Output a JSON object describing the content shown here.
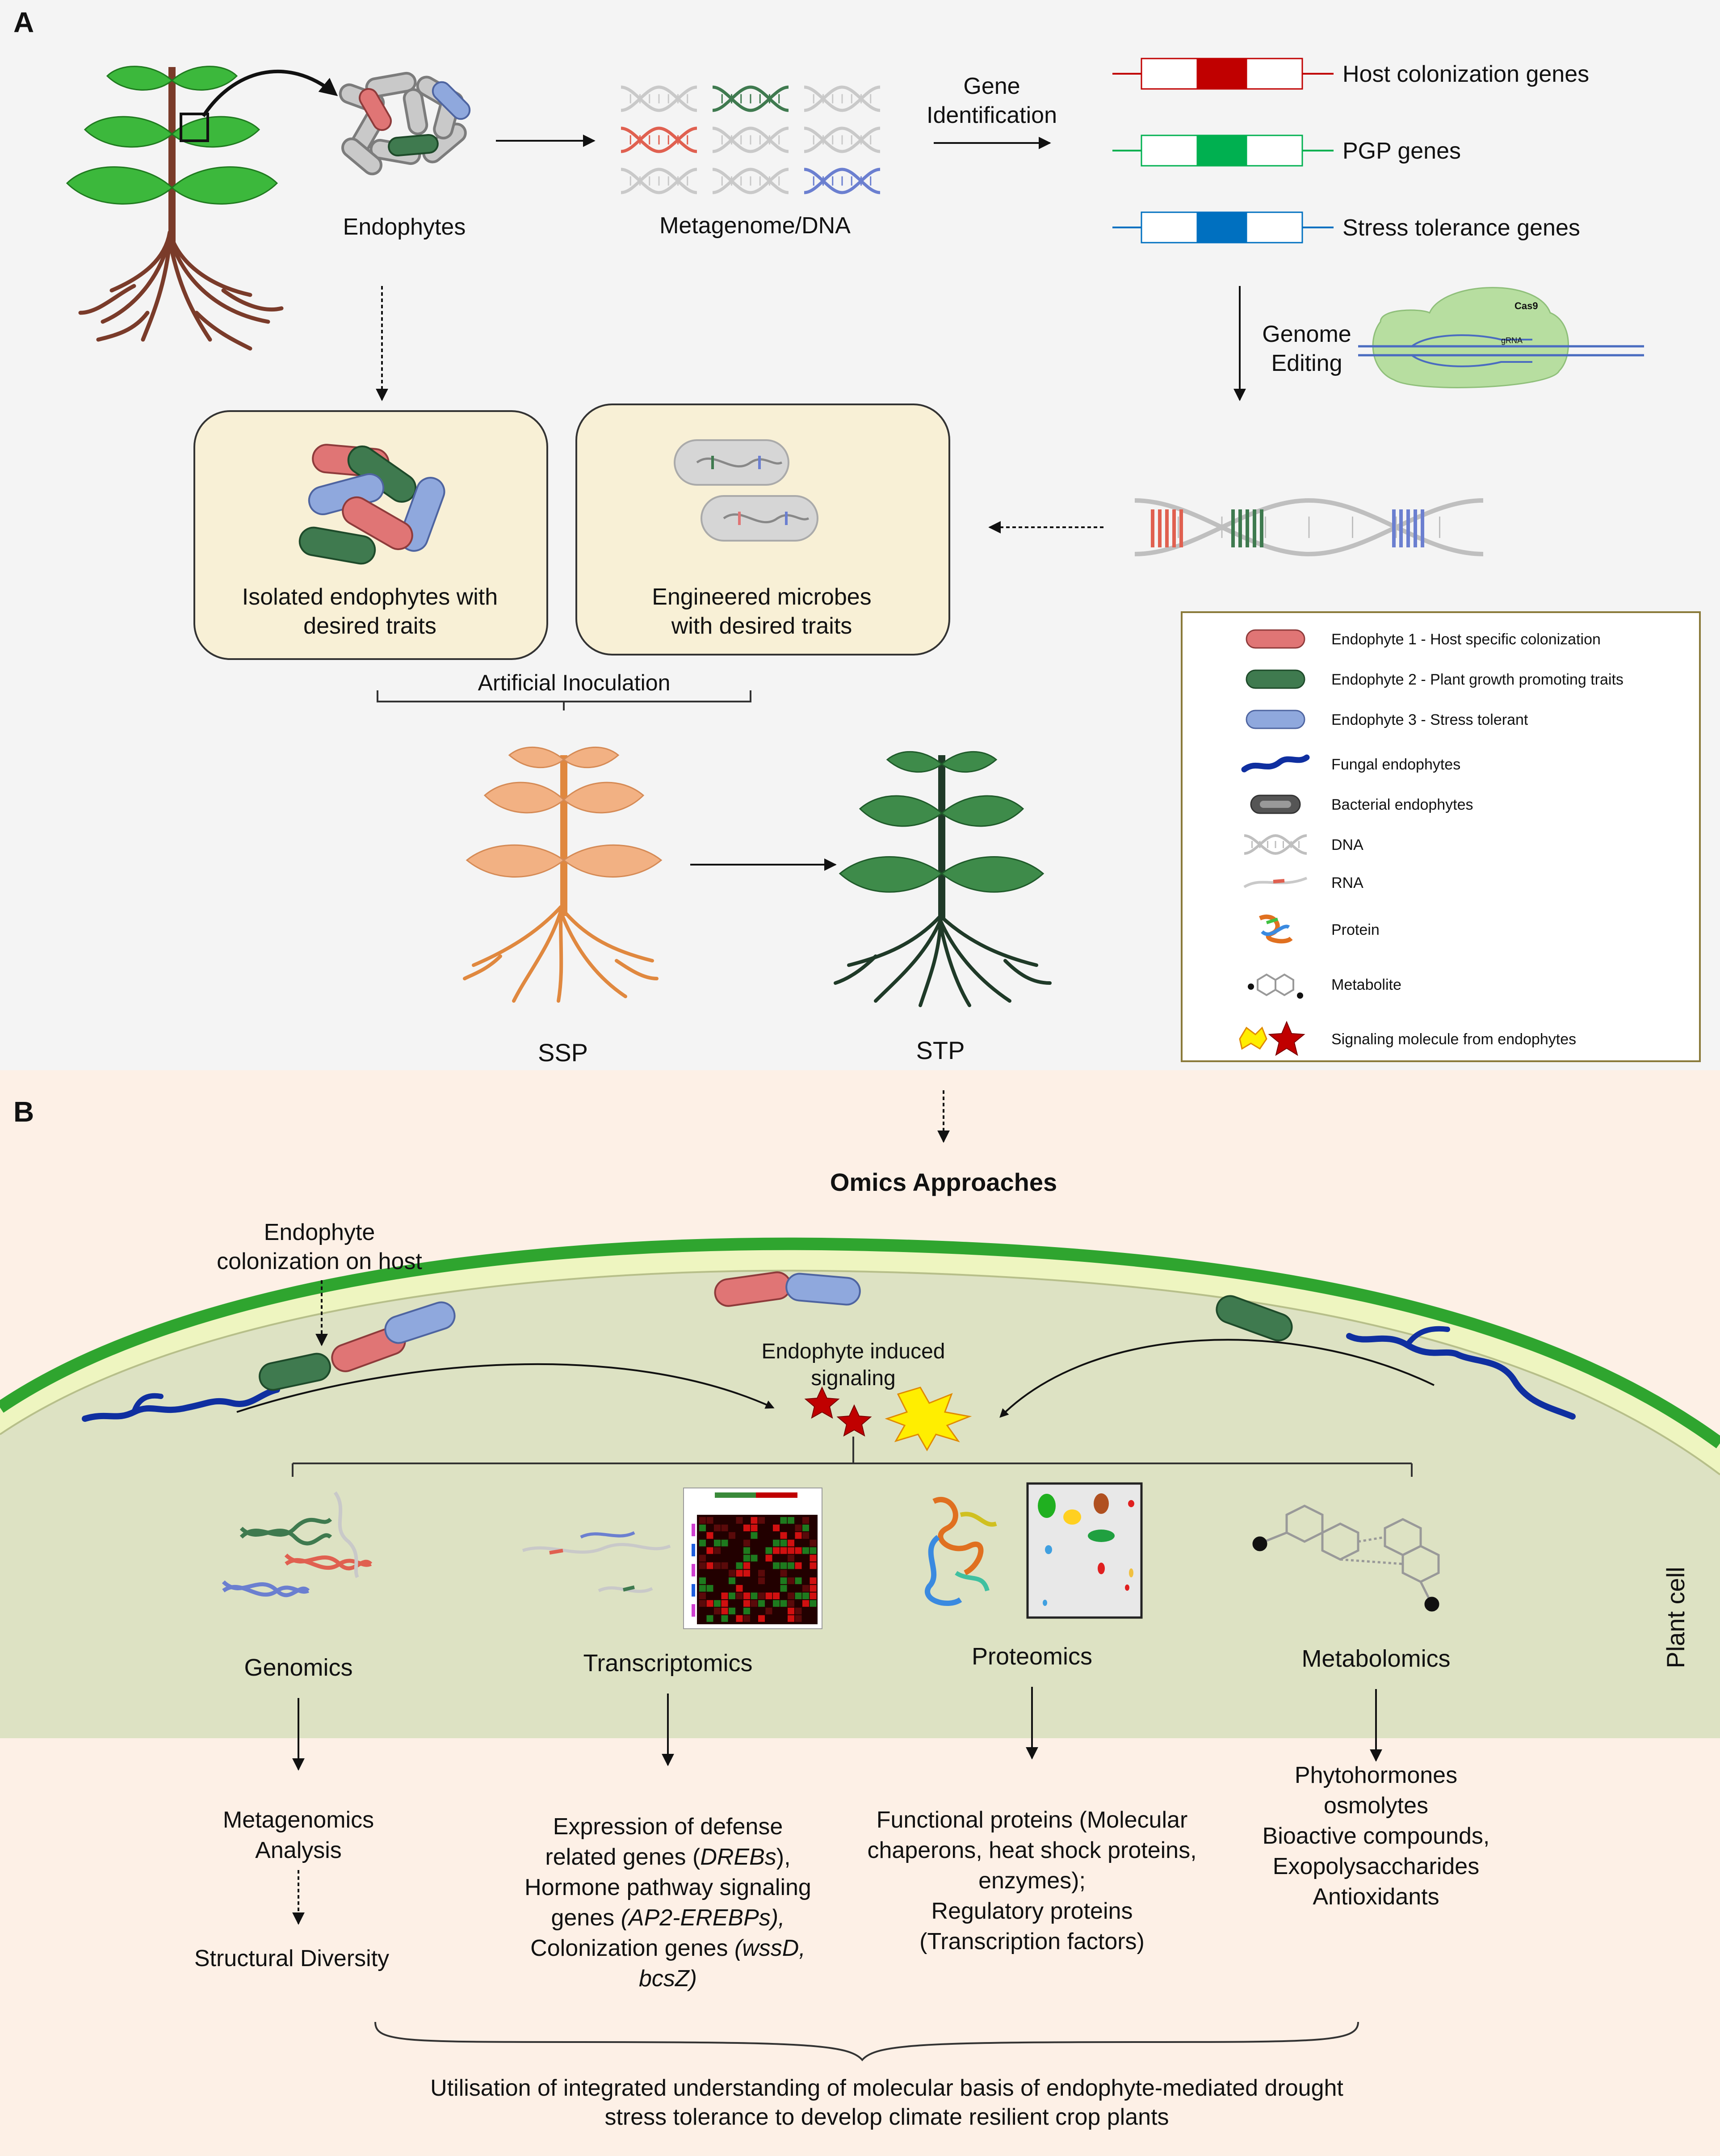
{
  "panels": {
    "a": "A",
    "b": "B"
  },
  "top": {
    "endophytes": "Endophytes",
    "metagenome": "Metagenome/DNA",
    "gene_identification": [
      "Gene",
      "Identification"
    ],
    "genes": [
      {
        "label": "Host colonization genes",
        "color": "#c00000"
      },
      {
        "label": "PGP genes",
        "color": "#00b050"
      },
      {
        "label": "Stress tolerance genes",
        "color": "#0070c0"
      }
    ],
    "genome_editing": [
      "Genome",
      "Editing"
    ],
    "cas9": "Cas9",
    "grna": "gRNA",
    "isolated": [
      "Isolated endophytes with",
      "desired traits"
    ],
    "engineered": [
      "Engineered microbes",
      "with desired traits"
    ],
    "artificial_inoculation": "Artificial Inoculation",
    "ssp": "SSP",
    "stp": "STP"
  },
  "legend": {
    "items": [
      {
        "icon": "red-bacterium",
        "label": "Endophyte 1 -  Host specific colonization"
      },
      {
        "icon": "green-bacterium",
        "label": "Endophyte 2 -  Plant growth promoting traits"
      },
      {
        "icon": "blue-bacterium",
        "label": "Endophyte 3 -  Stress tolerant"
      },
      {
        "icon": "fungal-hypha",
        "label": "Fungal endophytes"
      },
      {
        "icon": "grey-bacterium",
        "label": "Bacterial endophytes"
      },
      {
        "icon": "dna-helix",
        "label": "DNA"
      },
      {
        "icon": "rna-strand",
        "label": "RNA"
      },
      {
        "icon": "protein-structure",
        "label": "Protein"
      },
      {
        "icon": "metabolite-structure",
        "label": "Metabolite"
      },
      {
        "icon": "signal-star",
        "label": "Signaling molecule from endophytes"
      }
    ]
  },
  "omics": {
    "title": "Omics Approaches",
    "colonization": [
      "Endophyte",
      "colonization on host"
    ],
    "induced_signaling": [
      "Endophyte induced",
      "signaling"
    ],
    "plant_cell": "Plant cell",
    "columns": [
      {
        "title": "Genomics",
        "lines": [
          "Metagenomics",
          "Analysis"
        ],
        "extra": "Structural Diversity"
      },
      {
        "title": "Transcriptomics",
        "lines": [
          [
            {
              "t": "Expression of defense",
              "i": false
            }
          ],
          [
            {
              "t": "related genes (",
              "i": false
            },
            {
              "t": "DREBs",
              "i": true
            },
            {
              "t": "),",
              "i": false
            }
          ],
          [
            {
              "t": "Hormone pathway signaling",
              "i": false
            }
          ],
          [
            {
              "t": "genes ",
              "i": false
            },
            {
              "t": "(AP2-EREBPs),",
              "i": true
            }
          ],
          [
            {
              "t": "Colonization genes ",
              "i": false
            },
            {
              "t": "(wssD,",
              "i": true
            }
          ],
          [
            {
              "t": "bcsZ)",
              "i": true
            }
          ]
        ]
      },
      {
        "title": "Proteomics",
        "lines": [
          "Functional proteins (Molecular",
          "chaperons, heat shock proteins,",
          "enzymes);",
          "Regulatory proteins",
          "(Transcription factors)"
        ]
      },
      {
        "title": "Metabolomics",
        "lines": [
          "Phytohormones",
          "osmolytes",
          "Bioactive compounds,",
          "Exopolysaccharides",
          "Antioxidants"
        ]
      }
    ],
    "conclusion": [
      "Utilisation of integrated understanding  of molecular basis of endophyte-mediated drought",
      "stress tolerance to develop climate resilient crop plants"
    ]
  },
  "colors": {
    "top_bg": "#f4f4f4",
    "bottom_bg": "#fdf0e6",
    "box_fill": "#f8f0d6",
    "cell_wall": "#2fa52f",
    "cytoplasm": "#dde2c3",
    "membrane_band": "#eef5c0",
    "red": "#e07575",
    "green": "#3f7a4f",
    "blue": "#8fa8dd",
    "fungal": "#0f2fa0",
    "star": "#c00000",
    "burst": "#ffee00"
  }
}
